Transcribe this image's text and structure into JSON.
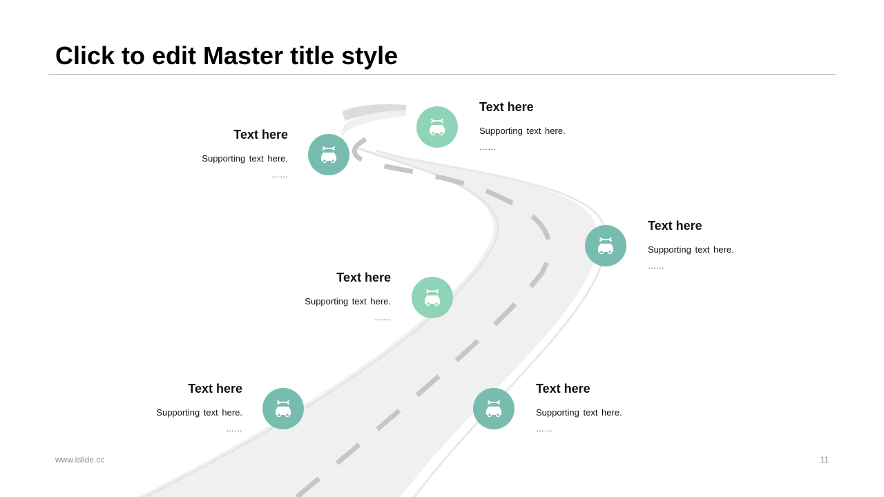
{
  "slide": {
    "title": "Click to edit Master title style",
    "footer_url": "www.islide.cc",
    "page_number": "11"
  },
  "colors": {
    "marker_dark": "#77bcae",
    "marker_light": "#8fd3b9",
    "road": "#f0f0f0",
    "road_edge": "#e2e2e2",
    "dash": "#c8c8c8"
  },
  "milestones": [
    {
      "heading": "Text here",
      "support": "Supporting text here.",
      "dots": "……",
      "icon": "car-repair-icon"
    },
    {
      "heading": "Text here",
      "support": "Supporting text here.",
      "dots": "……",
      "icon": "car-repair-icon"
    },
    {
      "heading": "Text here",
      "support": "Supporting text here.",
      "dots": "……",
      "icon": "car-repair-icon"
    },
    {
      "heading": "Text here",
      "support": "Supporting text here.",
      "dots": "……",
      "icon": "car-repair-icon"
    },
    {
      "heading": "Text here",
      "support": "Supporting text here.",
      "dots": "……",
      "icon": "car-repair-icon"
    },
    {
      "heading": "Text here",
      "support": "Supporting text here.",
      "dots": "……",
      "icon": "car-repair-icon"
    }
  ]
}
